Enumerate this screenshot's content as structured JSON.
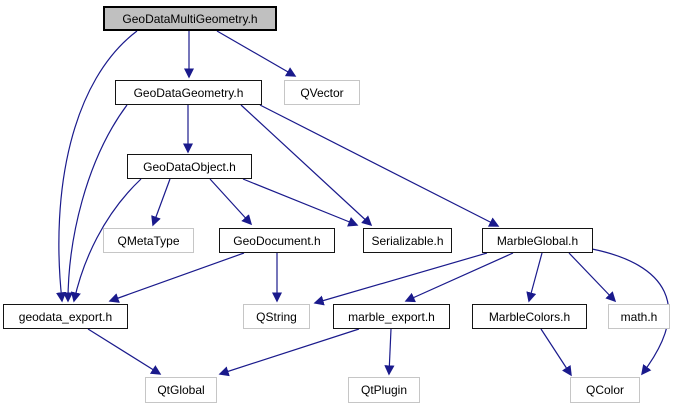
{
  "diagram": {
    "kind": "include-dependency-graph",
    "background_color": "#ffffff",
    "edge_color": "#1a1a8c",
    "root_fill_color": "#c0c0c0",
    "internal_border_color": "#141414",
    "external_border_color": "#c6c6c6",
    "text_color": "#000000"
  },
  "nodes": [
    {
      "id": "GeoDataMultiGeometry.h",
      "label": "GeoDataMultiGeometry.h",
      "kind": "root"
    },
    {
      "id": "GeoDataGeometry.h",
      "label": "GeoDataGeometry.h",
      "kind": "internal"
    },
    {
      "id": "QVector",
      "label": "QVector",
      "kind": "external"
    },
    {
      "id": "GeoDataObject.h",
      "label": "GeoDataObject.h",
      "kind": "internal"
    },
    {
      "id": "QMetaType",
      "label": "QMetaType",
      "kind": "external"
    },
    {
      "id": "GeoDocument.h",
      "label": "GeoDocument.h",
      "kind": "internal"
    },
    {
      "id": "Serializable.h",
      "label": "Serializable.h",
      "kind": "internal"
    },
    {
      "id": "MarbleGlobal.h",
      "label": "MarbleGlobal.h",
      "kind": "internal"
    },
    {
      "id": "geodata_export.h",
      "label": "geodata_export.h",
      "kind": "internal"
    },
    {
      "id": "QString",
      "label": "QString",
      "kind": "external"
    },
    {
      "id": "marble_export.h",
      "label": "marble_export.h",
      "kind": "internal"
    },
    {
      "id": "MarbleColors.h",
      "label": "MarbleColors.h",
      "kind": "internal"
    },
    {
      "id": "math.h",
      "label": "math.h",
      "kind": "external"
    },
    {
      "id": "QtGlobal",
      "label": "QtGlobal",
      "kind": "external"
    },
    {
      "id": "QtPlugin",
      "label": "QtPlugin",
      "kind": "external"
    },
    {
      "id": "QColor",
      "label": "QColor",
      "kind": "external"
    }
  ],
  "edges": [
    {
      "from": "GeoDataMultiGeometry.h",
      "to": "GeoDataGeometry.h"
    },
    {
      "from": "GeoDataMultiGeometry.h",
      "to": "QVector"
    },
    {
      "from": "GeoDataMultiGeometry.h",
      "to": "geodata_export.h"
    },
    {
      "from": "GeoDataGeometry.h",
      "to": "GeoDataObject.h"
    },
    {
      "from": "GeoDataGeometry.h",
      "to": "geodata_export.h"
    },
    {
      "from": "GeoDataGeometry.h",
      "to": "Serializable.h"
    },
    {
      "from": "GeoDataGeometry.h",
      "to": "MarbleGlobal.h"
    },
    {
      "from": "GeoDataObject.h",
      "to": "QMetaType"
    },
    {
      "from": "GeoDataObject.h",
      "to": "GeoDocument.h"
    },
    {
      "from": "GeoDataObject.h",
      "to": "Serializable.h"
    },
    {
      "from": "GeoDataObject.h",
      "to": "geodata_export.h"
    },
    {
      "from": "GeoDocument.h",
      "to": "geodata_export.h"
    },
    {
      "from": "GeoDocument.h",
      "to": "QString"
    },
    {
      "from": "MarbleGlobal.h",
      "to": "QString"
    },
    {
      "from": "MarbleGlobal.h",
      "to": "marble_export.h"
    },
    {
      "from": "MarbleGlobal.h",
      "to": "MarbleColors.h"
    },
    {
      "from": "MarbleGlobal.h",
      "to": "math.h"
    },
    {
      "from": "MarbleGlobal.h",
      "to": "QColor"
    },
    {
      "from": "MarbleColors.h",
      "to": "QColor"
    },
    {
      "from": "marble_export.h",
      "to": "QtPlugin"
    },
    {
      "from": "marble_export.h",
      "to": "QtGlobal"
    },
    {
      "from": "geodata_export.h",
      "to": "QtGlobal"
    }
  ]
}
